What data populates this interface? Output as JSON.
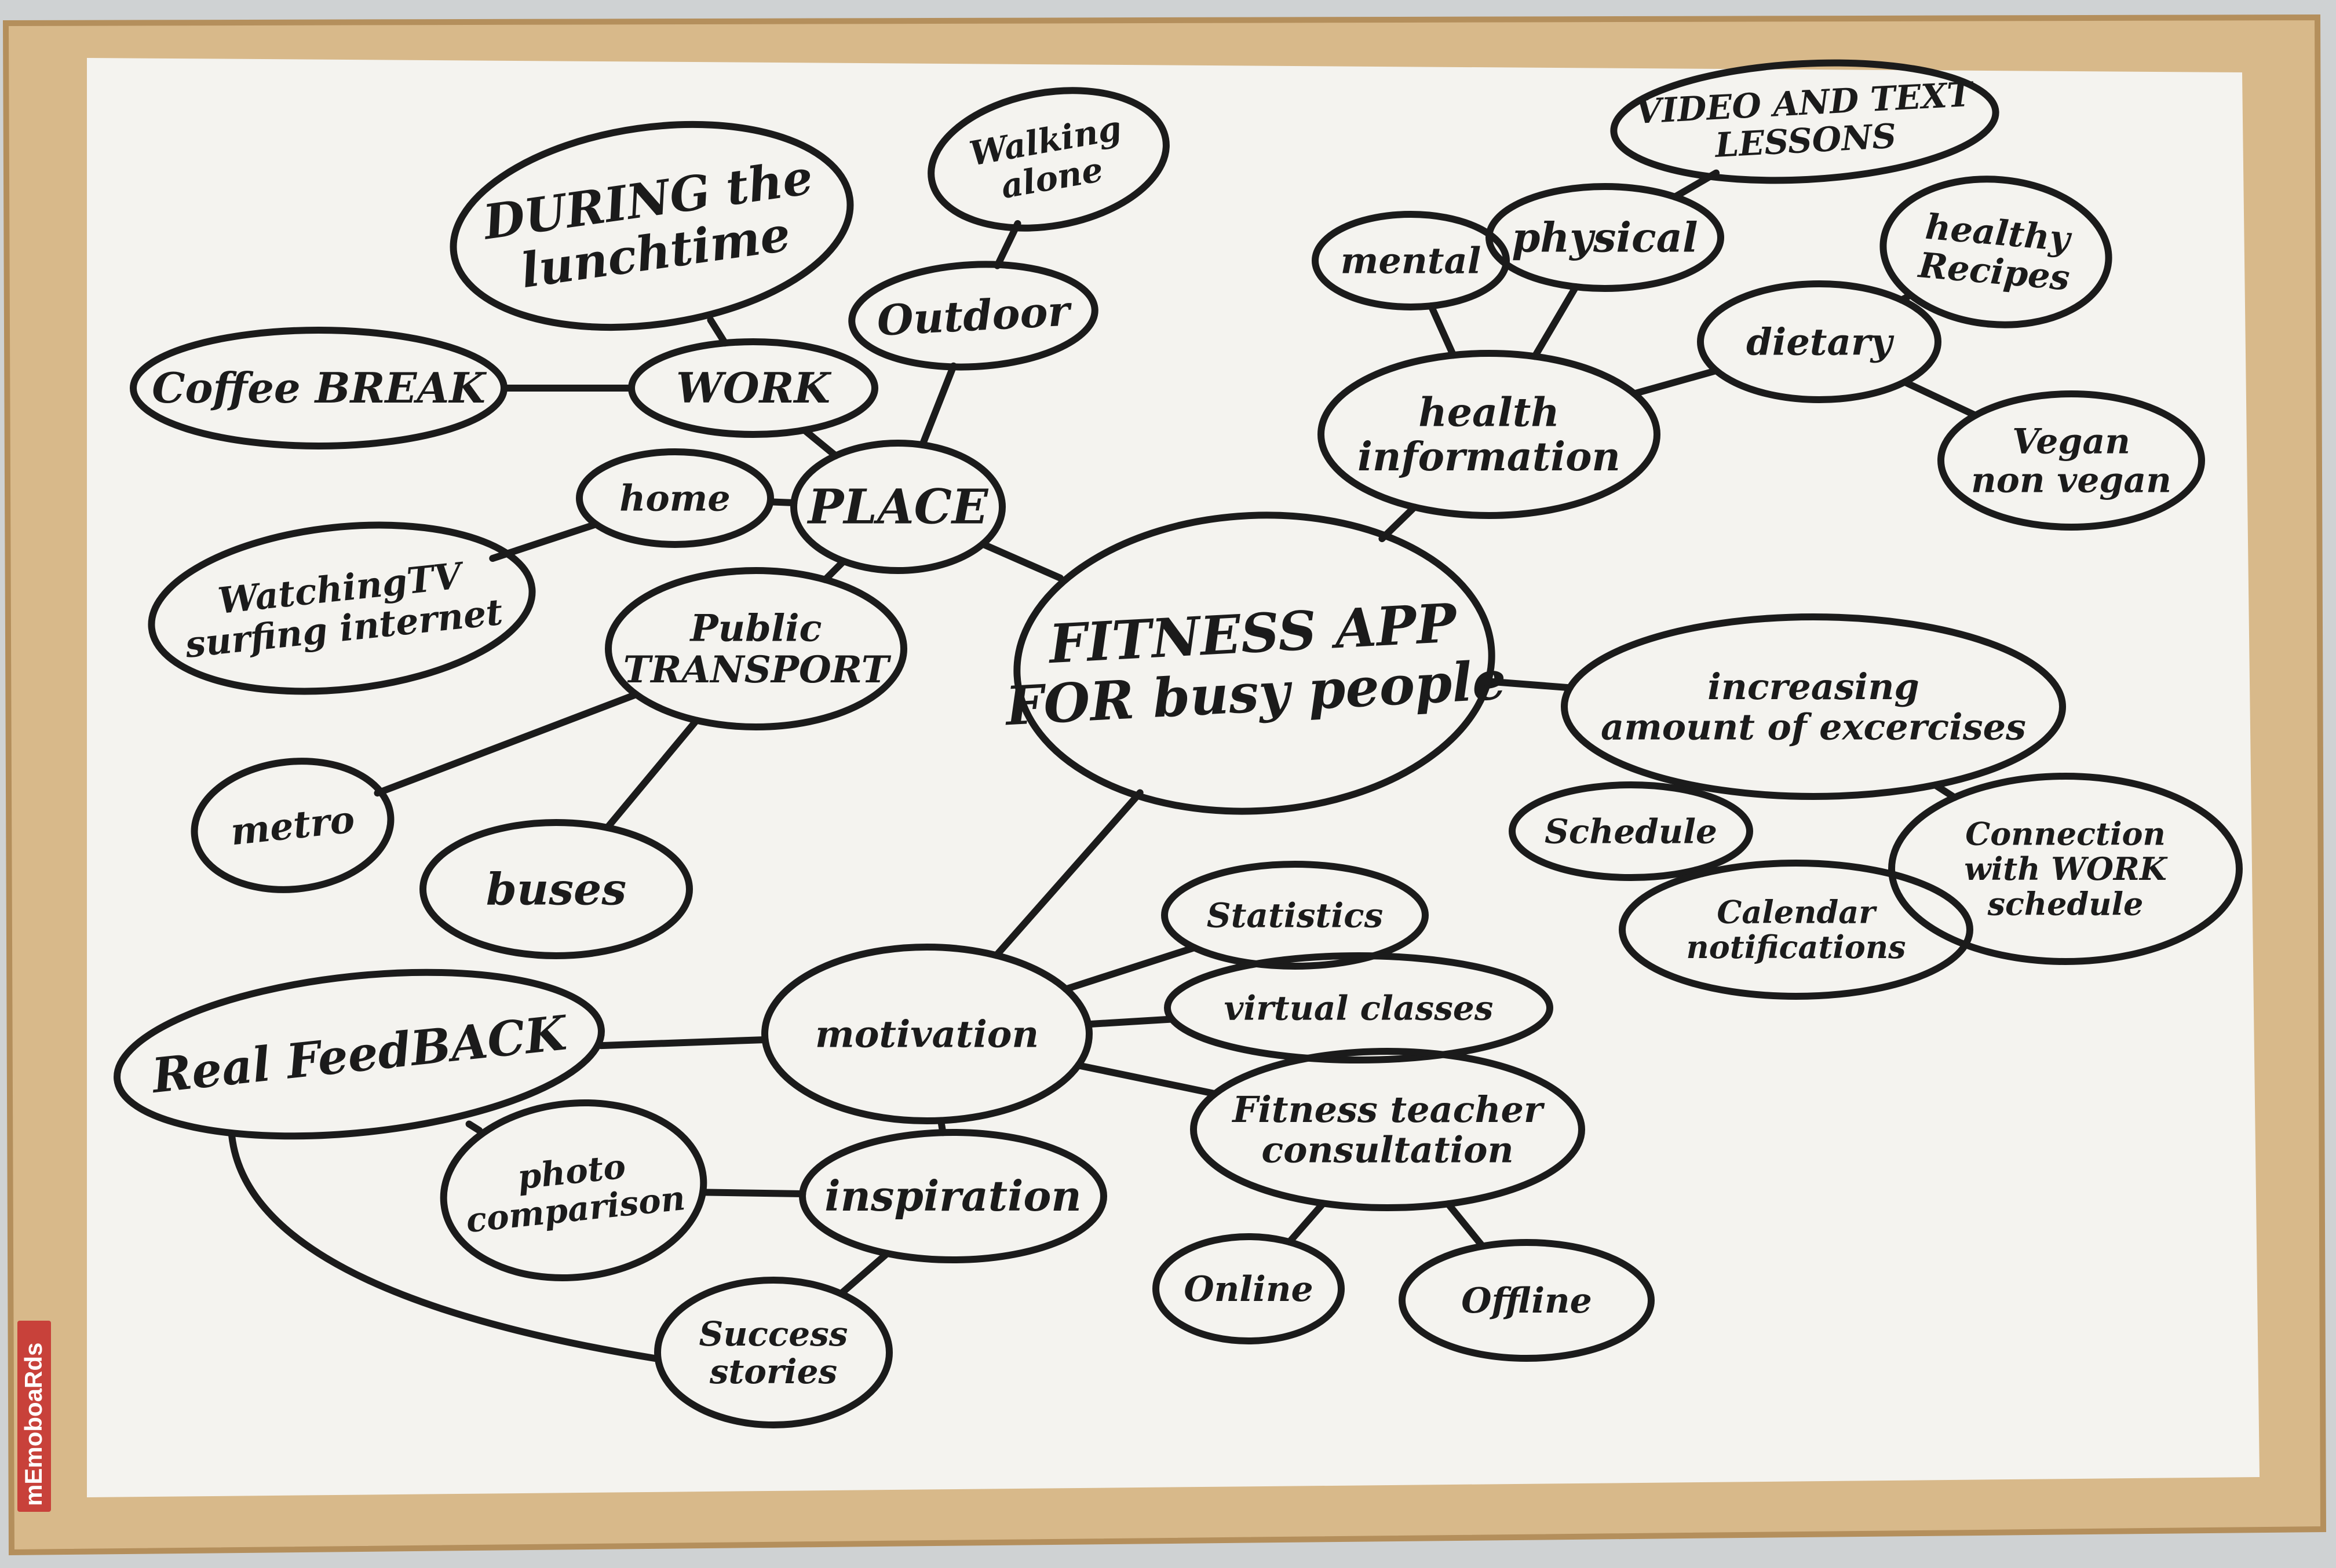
{
  "board": {
    "brand_label": "mEmoboaRds",
    "frame_color": "#d8b98a",
    "frame_dark": "#b48f5c",
    "surface_color": "#f4f3ef",
    "ink_color": "#1b1b1b",
    "label_color": "#c8413a"
  },
  "mind_map": {
    "center": {
      "id": "center",
      "lines": [
        "FITNESS APP",
        "FOR busy people"
      ]
    },
    "nodes": [
      {
        "id": "lunchtime",
        "lines": [
          "DURING the",
          "lunchtime"
        ]
      },
      {
        "id": "walking-alone",
        "lines": [
          "Walking",
          "alone"
        ]
      },
      {
        "id": "outdoor",
        "lines": [
          "Outdoor"
        ]
      },
      {
        "id": "coffee-break",
        "lines": [
          "Coffee BREAK"
        ]
      },
      {
        "id": "work",
        "lines": [
          "WORK"
        ]
      },
      {
        "id": "home",
        "lines": [
          "home"
        ]
      },
      {
        "id": "place",
        "lines": [
          "PLACE"
        ]
      },
      {
        "id": "watching-tv",
        "lines": [
          "WatchingTV",
          "surfing internet"
        ]
      },
      {
        "id": "public-transport",
        "lines": [
          "Public",
          "TRANSPORT"
        ]
      },
      {
        "id": "metro",
        "lines": [
          "metro"
        ]
      },
      {
        "id": "buses",
        "lines": [
          "buses"
        ]
      },
      {
        "id": "video-lessons",
        "lines": [
          "VIDEO AND TEXT",
          "LESSONS"
        ]
      },
      {
        "id": "mental",
        "lines": [
          "mental"
        ]
      },
      {
        "id": "physical",
        "lines": [
          "physical"
        ]
      },
      {
        "id": "healthy-recipes",
        "lines": [
          "healthy",
          "Recipes"
        ]
      },
      {
        "id": "dietary",
        "lines": [
          "dietary"
        ]
      },
      {
        "id": "health-information",
        "lines": [
          "health",
          "information"
        ]
      },
      {
        "id": "vegan",
        "lines": [
          "Vegan",
          "non vegan"
        ]
      },
      {
        "id": "increasing",
        "lines": [
          "increasing",
          "amount of excercises"
        ]
      },
      {
        "id": "schedule",
        "lines": [
          "Schedule"
        ]
      },
      {
        "id": "connection",
        "lines": [
          "Connection",
          "with WORK",
          "schedule"
        ]
      },
      {
        "id": "calendar",
        "lines": [
          "Calendar",
          "notifications"
        ]
      },
      {
        "id": "statistics",
        "lines": [
          "Statistics"
        ]
      },
      {
        "id": "virtual-classes",
        "lines": [
          "virtual classes"
        ]
      },
      {
        "id": "motivation",
        "lines": [
          "motivation"
        ]
      },
      {
        "id": "real-feedback",
        "lines": [
          "Real FeedBACK"
        ]
      },
      {
        "id": "fitness-teacher",
        "lines": [
          "Fitness teacher",
          "consultation"
        ]
      },
      {
        "id": "photo-comparison",
        "lines": [
          "photo",
          "comparison"
        ]
      },
      {
        "id": "inspiration",
        "lines": [
          "inspiration"
        ]
      },
      {
        "id": "online",
        "lines": [
          "Online"
        ]
      },
      {
        "id": "offline",
        "lines": [
          "Offline"
        ]
      },
      {
        "id": "success-stories",
        "lines": [
          "Success",
          "stories"
        ]
      }
    ],
    "connections": [
      [
        "center",
        "place"
      ],
      [
        "center",
        "health-information"
      ],
      [
        "center",
        "increasing"
      ],
      [
        "center",
        "motivation"
      ],
      [
        "place",
        "work"
      ],
      [
        "place",
        "home"
      ],
      [
        "place",
        "outdoor"
      ],
      [
        "place",
        "public-transport"
      ],
      [
        "work",
        "lunchtime"
      ],
      [
        "work",
        "coffee-break"
      ],
      [
        "outdoor",
        "walking-alone"
      ],
      [
        "home",
        "watching-tv"
      ],
      [
        "public-transport",
        "metro"
      ],
      [
        "public-transport",
        "buses"
      ],
      [
        "health-information",
        "mental"
      ],
      [
        "health-information",
        "physical"
      ],
      [
        "health-information",
        "dietary"
      ],
      [
        "physical",
        "video-lessons"
      ],
      [
        "dietary",
        "healthy-recipes"
      ],
      [
        "dietary",
        "vegan"
      ],
      [
        "increasing",
        "schedule"
      ],
      [
        "increasing",
        "connection"
      ],
      [
        "schedule",
        "calendar"
      ],
      [
        "motivation",
        "statistics"
      ],
      [
        "motivation",
        "virtual-classes"
      ],
      [
        "motivation",
        "fitness-teacher"
      ],
      [
        "motivation",
        "real-feedback"
      ],
      [
        "motivation",
        "inspiration"
      ],
      [
        "real-feedback",
        "photo-comparison"
      ],
      [
        "real-feedback",
        "success-stories"
      ],
      [
        "inspiration",
        "photo-comparison"
      ],
      [
        "inspiration",
        "success-stories"
      ],
      [
        "fitness-teacher",
        "online"
      ],
      [
        "fitness-teacher",
        "offline"
      ]
    ]
  }
}
